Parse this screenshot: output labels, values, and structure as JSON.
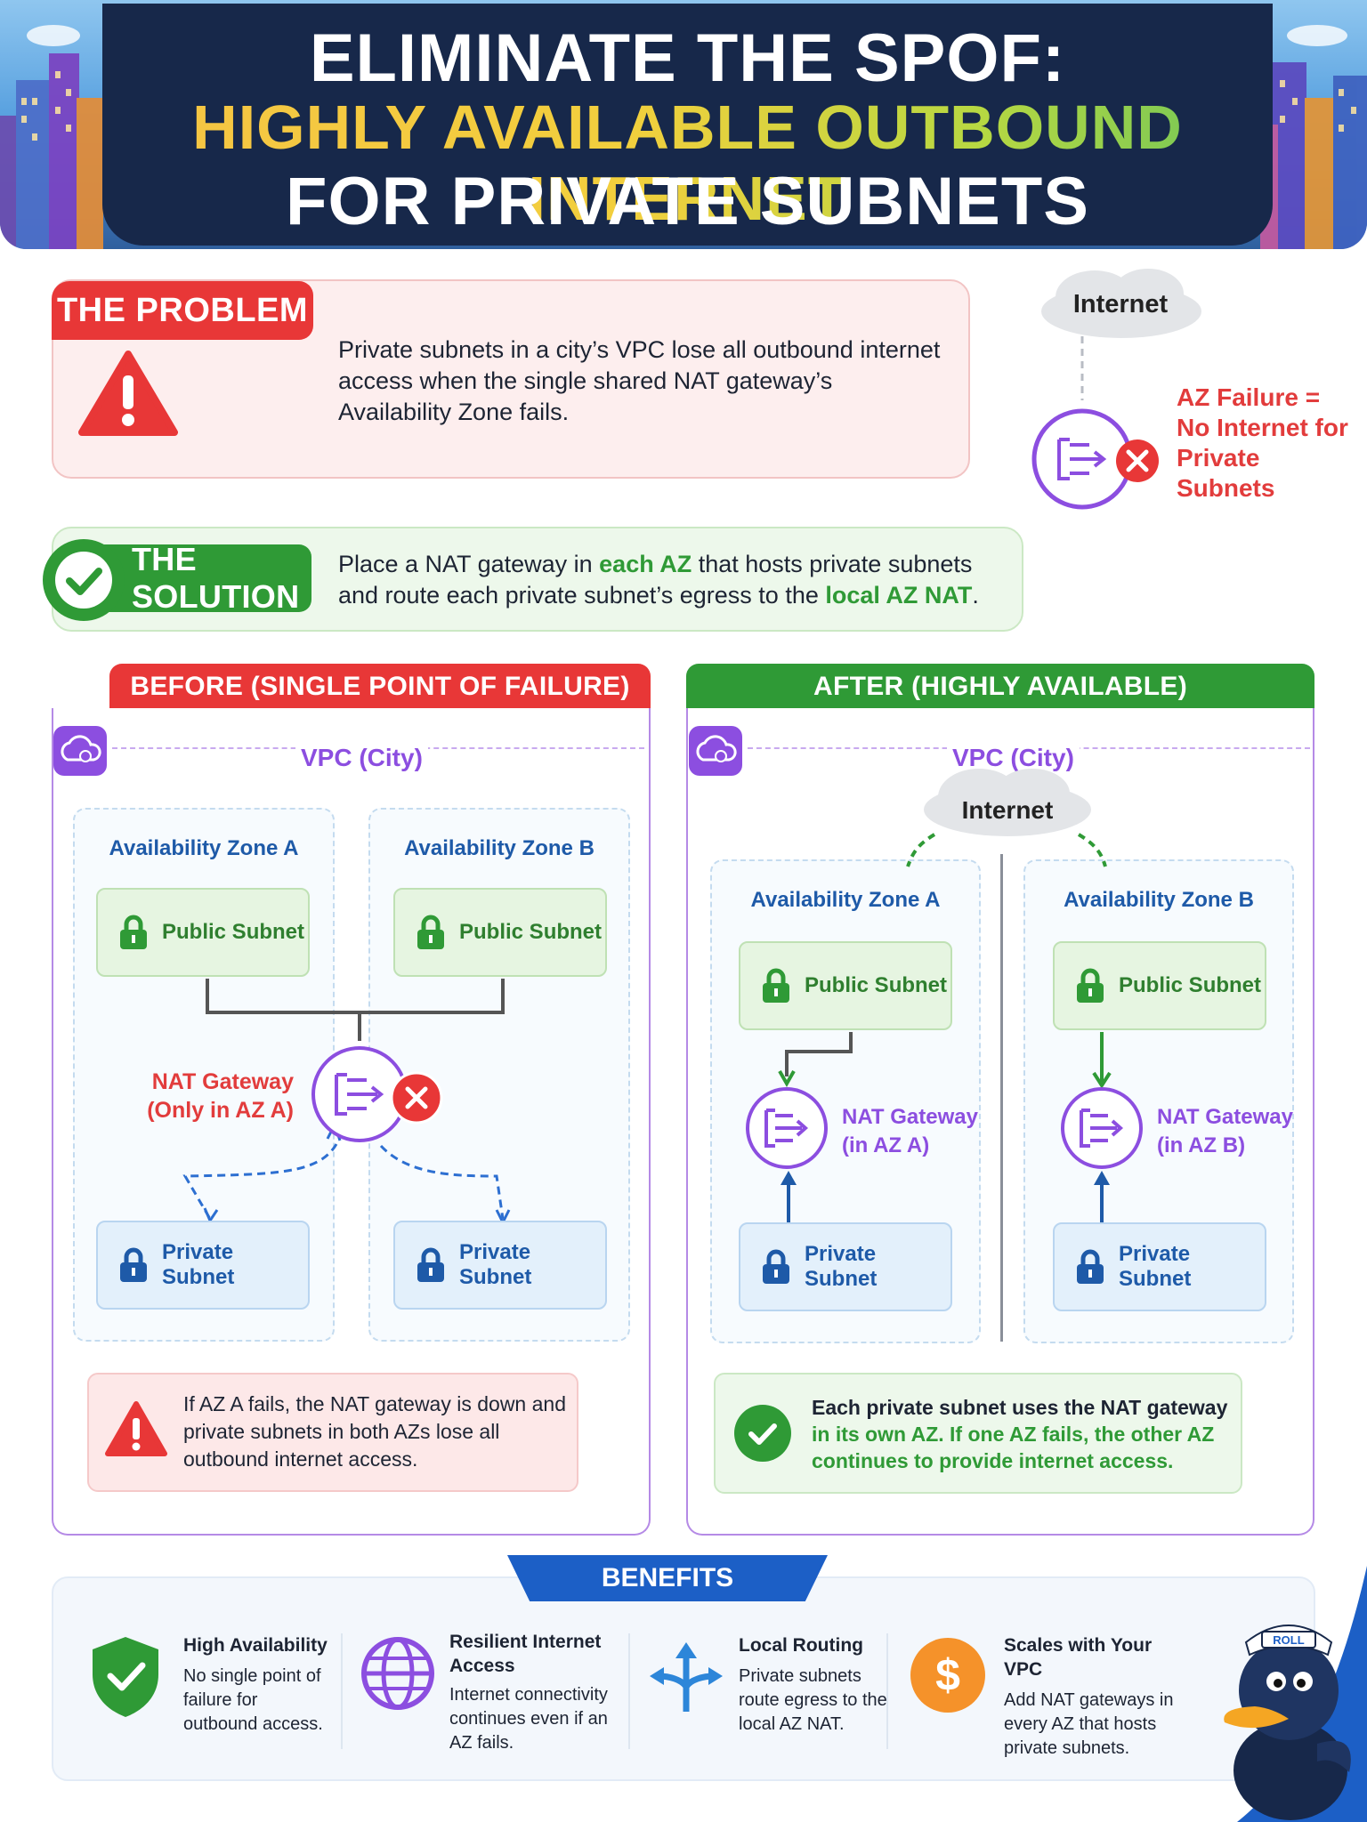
{
  "header": {
    "line1": "ELIMINATE THE SPOF:",
    "line2": "HIGHLY AVAILABLE OUTBOUND INTERNET",
    "line3": "FOR PRIVATE SUBNETS"
  },
  "problem": {
    "tag": "THE PROBLEM",
    "text": "Private subnets in a city’s VPC lose all outbound internet access when the single shared NAT gateway’s Availability Zone fails.",
    "internet_label": "Internet",
    "failure_text": "AZ Failure = No Internet for Private Subnets"
  },
  "solution": {
    "tag": "THE SOLUTION",
    "text_1": "Place a NAT gateway in ",
    "text_2": "each AZ",
    "text_3": " that hosts private subnets and route each private subnet’s egress to the ",
    "text_4": "local AZ NAT",
    "text_5": "."
  },
  "before": {
    "header": "BEFORE (SINGLE POINT OF FAILURE)",
    "vpc_label": "VPC (City)",
    "az_a": "Availability Zone A",
    "az_b": "Availability Zone B",
    "public_subnet": "Public Subnet",
    "private_subnet": "Private Subnet",
    "nat_line1": "NAT Gateway",
    "nat_line2": "(Only in AZ A)",
    "note": "If AZ A fails, the NAT gateway is down and private subnets in both AZs lose all outbound internet access."
  },
  "after": {
    "header": "AFTER (HIGHLY AVAILABLE)",
    "vpc_label": "VPC (City)",
    "internet_label": "Internet",
    "az_a": "Availability Zone A",
    "az_b": "Availability Zone B",
    "public_subnet": "Public Subnet",
    "private_subnet": "Private Subnet",
    "nat_a_line1": "NAT Gateway",
    "nat_a_line2": "(in AZ A)",
    "nat_b_line1": "NAT Gateway",
    "nat_b_line2": "(in AZ B)",
    "note_1": "Each private subnet uses the NAT gateway",
    "note_2": "in its own AZ. If one AZ fails, the other AZ continues to provide internet access."
  },
  "benefits": {
    "title": "BENEFITS",
    "items": [
      {
        "title": "High Availability",
        "desc": "No single point of failure for outbound access.",
        "icon": "shield-check-icon"
      },
      {
        "title": "Resilient Internet Access",
        "desc": "Internet connectivity continues even if an AZ fails.",
        "icon": "globe-icon"
      },
      {
        "title": "Local Routing",
        "desc": "Private subnets route egress to the local AZ NAT.",
        "icon": "routing-arrows-icon"
      },
      {
        "title": "Scales with Your VPC",
        "desc": "Add NAT gateways in every AZ that hosts private subnets.",
        "icon": "dollar-coin-icon"
      }
    ],
    "mascot_cap_text": "ROLL"
  },
  "colors": {
    "red": "#e83737",
    "green": "#2f9a36",
    "purple": "#8c4ee0",
    "blue": "#1e5aa8",
    "navy": "#17284a"
  }
}
